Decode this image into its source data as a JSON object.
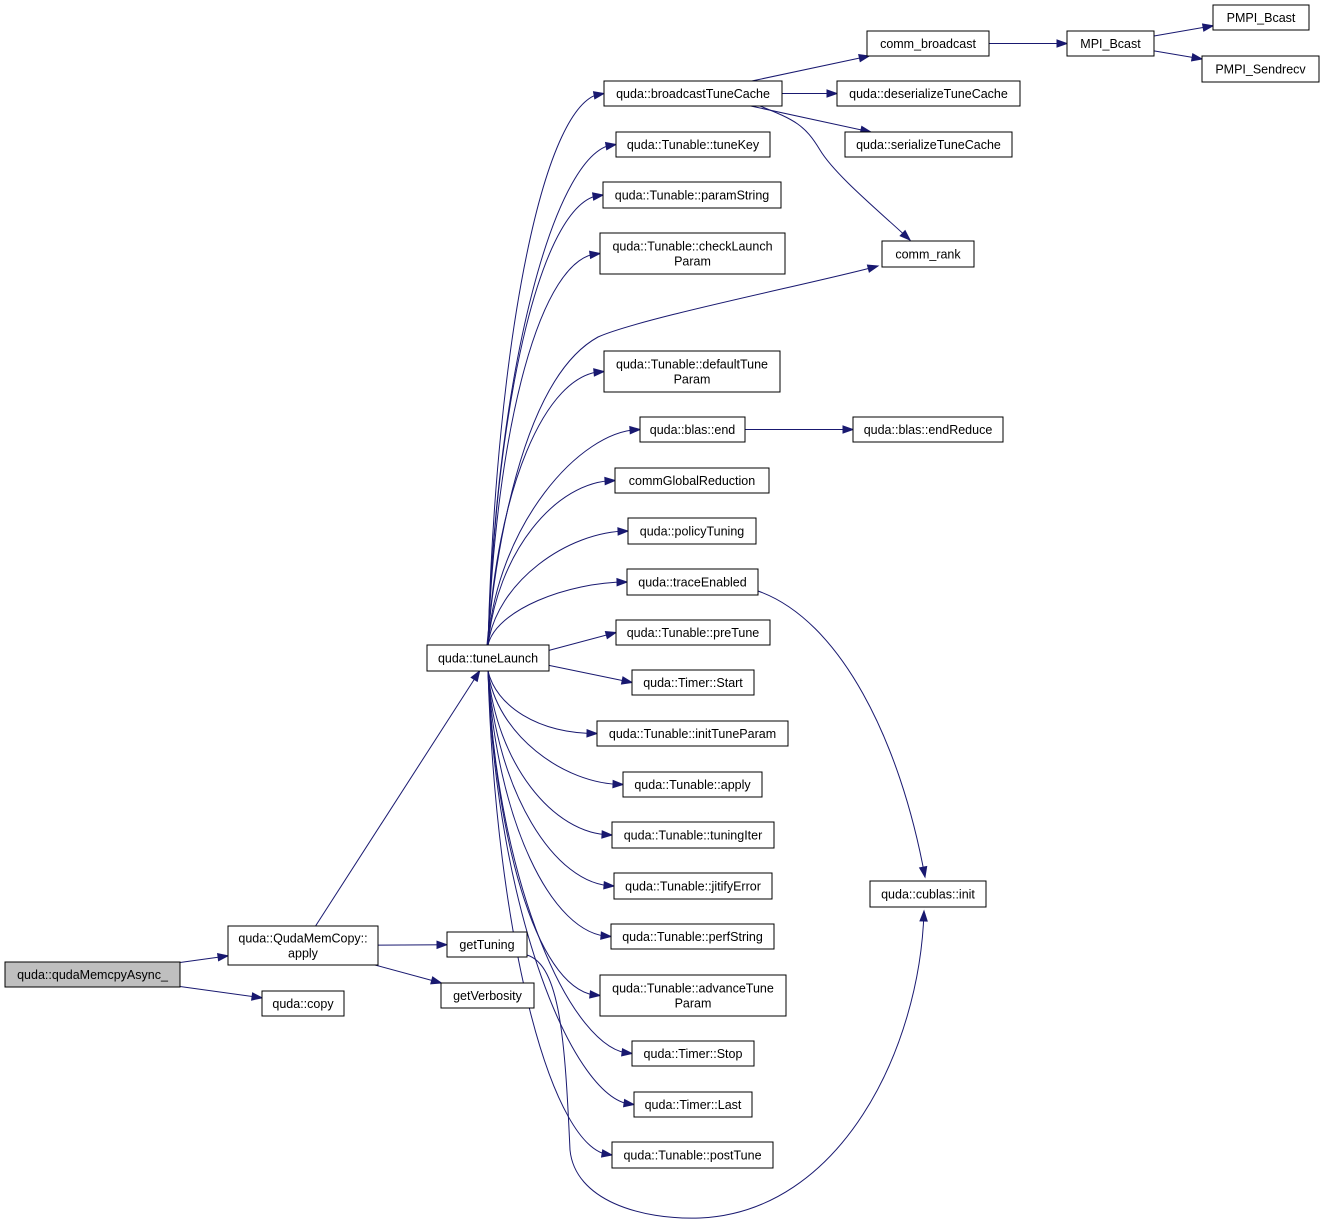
{
  "title": "",
  "colors": {
    "edge": "#191970",
    "node_border": "#000000",
    "node_fill": "#ffffff",
    "root_fill": "#bfbfbf",
    "background": "#ffffff"
  },
  "nodes": {
    "root": {
      "lines": [
        "quda::qudaMemcpyAsync_"
      ]
    },
    "memcopy_apply": {
      "lines": [
        "quda::QudaMemCopy::",
        "apply"
      ]
    },
    "copy": {
      "lines": [
        "quda::copy"
      ]
    },
    "tuneLaunch": {
      "lines": [
        "quda::tuneLaunch"
      ]
    },
    "getTuning": {
      "lines": [
        "getTuning"
      ]
    },
    "getVerbosity": {
      "lines": [
        "getVerbosity"
      ]
    },
    "broadcastTuneCache": {
      "lines": [
        "quda::broadcastTuneCache"
      ]
    },
    "tuneKey": {
      "lines": [
        "quda::Tunable::tuneKey"
      ]
    },
    "paramString": {
      "lines": [
        "quda::Tunable::paramString"
      ]
    },
    "checkLaunchParam": {
      "lines": [
        "quda::Tunable::checkLaunch",
        "Param"
      ]
    },
    "defaultTuneParam": {
      "lines": [
        "quda::Tunable::defaultTune",
        "Param"
      ]
    },
    "blasEnd": {
      "lines": [
        "quda::blas::end"
      ]
    },
    "commGlobalReduction": {
      "lines": [
        "commGlobalReduction"
      ]
    },
    "policyTuning": {
      "lines": [
        "quda::policyTuning"
      ]
    },
    "traceEnabled": {
      "lines": [
        "quda::traceEnabled"
      ]
    },
    "preTune": {
      "lines": [
        "quda::Tunable::preTune"
      ]
    },
    "timerStart": {
      "lines": [
        "quda::Timer::Start"
      ]
    },
    "initTuneParam": {
      "lines": [
        "quda::Tunable::initTuneParam"
      ]
    },
    "tunableApply": {
      "lines": [
        "quda::Tunable::apply"
      ]
    },
    "tuningIter": {
      "lines": [
        "quda::Tunable::tuningIter"
      ]
    },
    "jitifyError": {
      "lines": [
        "quda::Tunable::jitifyError"
      ]
    },
    "perfString": {
      "lines": [
        "quda::Tunable::perfString"
      ]
    },
    "advanceTuneParam": {
      "lines": [
        "quda::Tunable::advanceTune",
        "Param"
      ]
    },
    "timerStop": {
      "lines": [
        "quda::Timer::Stop"
      ]
    },
    "timerLast": {
      "lines": [
        "quda::Timer::Last"
      ]
    },
    "postTune": {
      "lines": [
        "quda::Tunable::postTune"
      ]
    },
    "commBroadcast": {
      "lines": [
        "comm_broadcast"
      ]
    },
    "deserializeTuneCache": {
      "lines": [
        "quda::deserializeTuneCache"
      ]
    },
    "serializeTuneCache": {
      "lines": [
        "quda::serializeTuneCache"
      ]
    },
    "commRank": {
      "lines": [
        "comm_rank"
      ]
    },
    "endReduce": {
      "lines": [
        "quda::blas::endReduce"
      ]
    },
    "cublasInit": {
      "lines": [
        "quda::cublas::init"
      ]
    },
    "mpiBcast": {
      "lines": [
        "MPI_Bcast"
      ]
    },
    "pmpiBcast": {
      "lines": [
        "PMPI_Bcast"
      ]
    },
    "pmpiSendrecv": {
      "lines": [
        "PMPI_Sendrecv"
      ]
    }
  },
  "edges": [
    [
      "root",
      "memcopy_apply"
    ],
    [
      "root",
      "copy"
    ],
    [
      "memcopy_apply",
      "tuneLaunch"
    ],
    [
      "memcopy_apply",
      "getTuning"
    ],
    [
      "memcopy_apply",
      "getVerbosity"
    ],
    [
      "tuneLaunch",
      "broadcastTuneCache"
    ],
    [
      "tuneLaunch",
      "tuneKey"
    ],
    [
      "tuneLaunch",
      "paramString"
    ],
    [
      "tuneLaunch",
      "checkLaunchParam"
    ],
    [
      "tuneLaunch",
      "commRank"
    ],
    [
      "tuneLaunch",
      "defaultTuneParam"
    ],
    [
      "tuneLaunch",
      "blasEnd"
    ],
    [
      "tuneLaunch",
      "commGlobalReduction"
    ],
    [
      "tuneLaunch",
      "policyTuning"
    ],
    [
      "tuneLaunch",
      "traceEnabled"
    ],
    [
      "tuneLaunch",
      "preTune"
    ],
    [
      "tuneLaunch",
      "timerStart"
    ],
    [
      "tuneLaunch",
      "initTuneParam"
    ],
    [
      "tuneLaunch",
      "tunableApply"
    ],
    [
      "tuneLaunch",
      "tuningIter"
    ],
    [
      "tuneLaunch",
      "jitifyError"
    ],
    [
      "tuneLaunch",
      "perfString"
    ],
    [
      "tuneLaunch",
      "advanceTuneParam"
    ],
    [
      "tuneLaunch",
      "timerStop"
    ],
    [
      "tuneLaunch",
      "timerLast"
    ],
    [
      "tuneLaunch",
      "postTune"
    ],
    [
      "broadcastTuneCache",
      "commBroadcast"
    ],
    [
      "broadcastTuneCache",
      "deserializeTuneCache"
    ],
    [
      "broadcastTuneCache",
      "serializeTuneCache"
    ],
    [
      "broadcastTuneCache",
      "commRank"
    ],
    [
      "blasEnd",
      "endReduce"
    ],
    [
      "traceEnabled",
      "cublasInit"
    ],
    [
      "getTuning",
      "cublasInit"
    ],
    [
      "commBroadcast",
      "mpiBcast"
    ],
    [
      "mpiBcast",
      "pmpiBcast"
    ],
    [
      "mpiBcast",
      "pmpiSendrecv"
    ]
  ]
}
